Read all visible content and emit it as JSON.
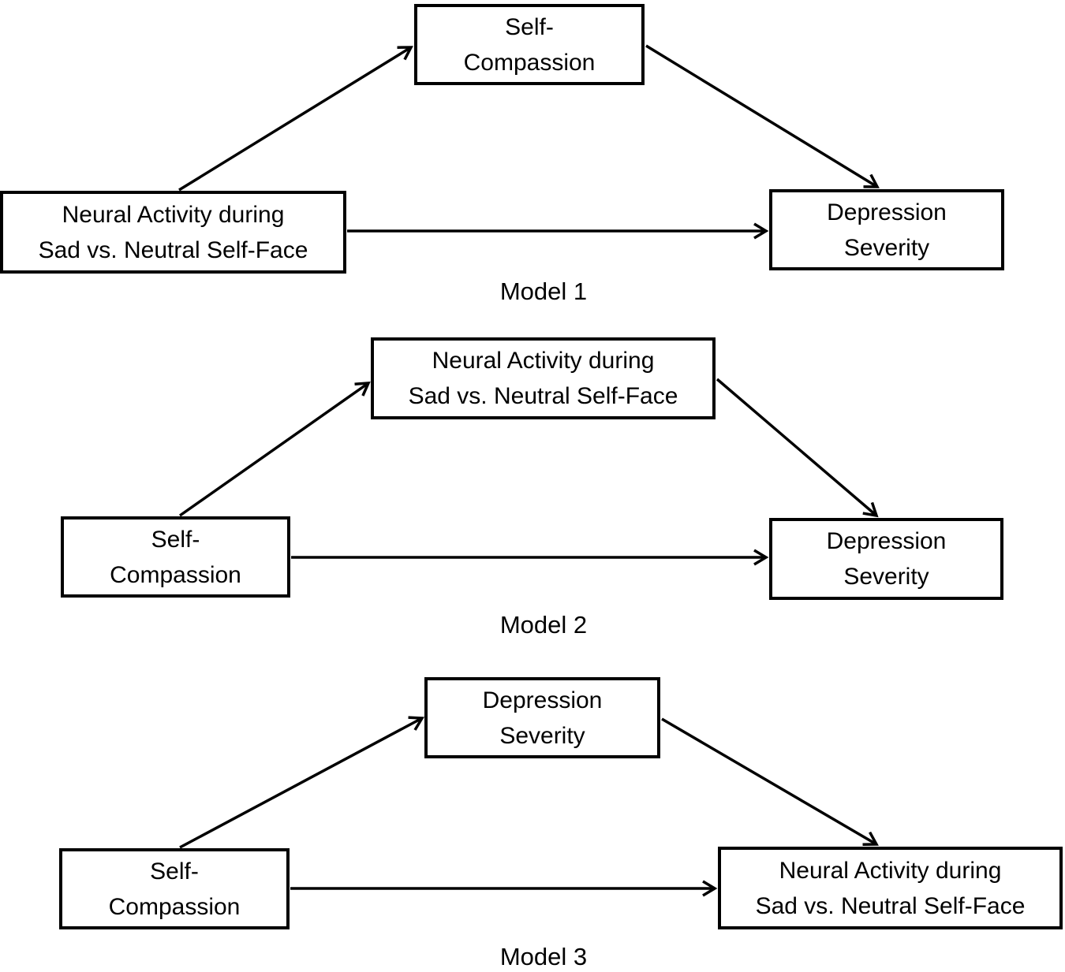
{
  "figure": {
    "background_color": "#ffffff",
    "box_fill_color": "#ffffff",
    "box_border_color": "#000000",
    "text_color": "#000000",
    "arrow_color": "#000000"
  },
  "models": [
    {
      "caption": "Model 1",
      "predictor": {
        "label": "Neural Activity during Sad vs. Neutral Self-Face",
        "lines": [
          "Neural Activity during",
          "Sad vs. Neutral Self-Face"
        ]
      },
      "mediator": {
        "label": "Self-Compassion",
        "lines": [
          "Self-",
          "Compassion"
        ]
      },
      "outcome": {
        "label": "Depression Severity",
        "lines": [
          "Depression",
          "Severity"
        ]
      }
    },
    {
      "caption": "Model 2",
      "predictor": {
        "label": "Self-Compassion",
        "lines": [
          "Self-",
          "Compassion"
        ]
      },
      "mediator": {
        "label": "Neural Activity during Sad vs. Neutral Self-Face",
        "lines": [
          "Neural Activity during",
          "Sad vs. Neutral Self-Face"
        ]
      },
      "outcome": {
        "label": "Depression Severity",
        "lines": [
          "Depression",
          "Severity"
        ]
      }
    },
    {
      "caption": "Model 3",
      "predictor": {
        "label": "Self-Compassion",
        "lines": [
          "Self-",
          "Compassion"
        ]
      },
      "mediator": {
        "label": "Depression Severity",
        "lines": [
          "Depression",
          "Severity"
        ]
      },
      "outcome": {
        "label": "Neural Activity during Sad vs. Neutral Self-Face",
        "lines": [
          "Neural Activity during",
          "Sad vs. Neutral Self-Face"
        ]
      }
    }
  ]
}
